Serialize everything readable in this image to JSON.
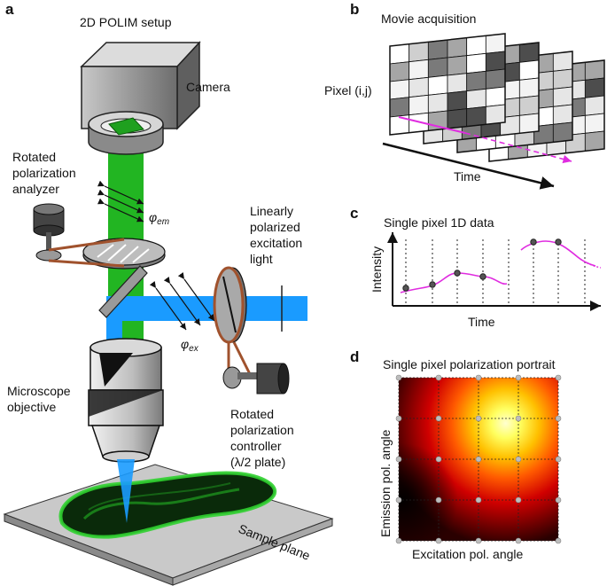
{
  "panels": {
    "a": {
      "letter": "a",
      "title": "2D POLIM setup",
      "camera": "Camera",
      "analyzer_line1": "Rotated",
      "analyzer_line2": "polarization",
      "analyzer_line3": "analyzer",
      "phi_em": "φ",
      "phi_em_sub": "em",
      "excitation_line1": "Linearly",
      "excitation_line2": "polarized",
      "excitation_line3": "excitation",
      "excitation_line4": "light",
      "phi_ex": "φ",
      "phi_ex_sub": "ex",
      "objective_line1": "Microscope",
      "objective_line2": "objective",
      "controller_line1": "Rotated",
      "controller_line2": "polarization",
      "controller_line3": "controller",
      "controller_line4": "(λ/2 plate)",
      "sample": "Sample plane"
    },
    "b": {
      "letter": "b",
      "title": "Movie acquisition",
      "pixel_label": "Pixel (i,j)",
      "time": "Time"
    },
    "c": {
      "letter": "c",
      "title": "Single pixel 1D data",
      "ylabel": "Intensity",
      "xlabel": "Time"
    },
    "d": {
      "letter": "d",
      "title": "Single pixel polarization portrait",
      "ylabel": "Emission pol. angle",
      "xlabel": "Excitation pol. angle"
    }
  },
  "colors": {
    "beam_green": "#22b522",
    "beam_blue": "#1a9bff",
    "magenta": "#e02ce0",
    "belt": "#a0522d"
  }
}
